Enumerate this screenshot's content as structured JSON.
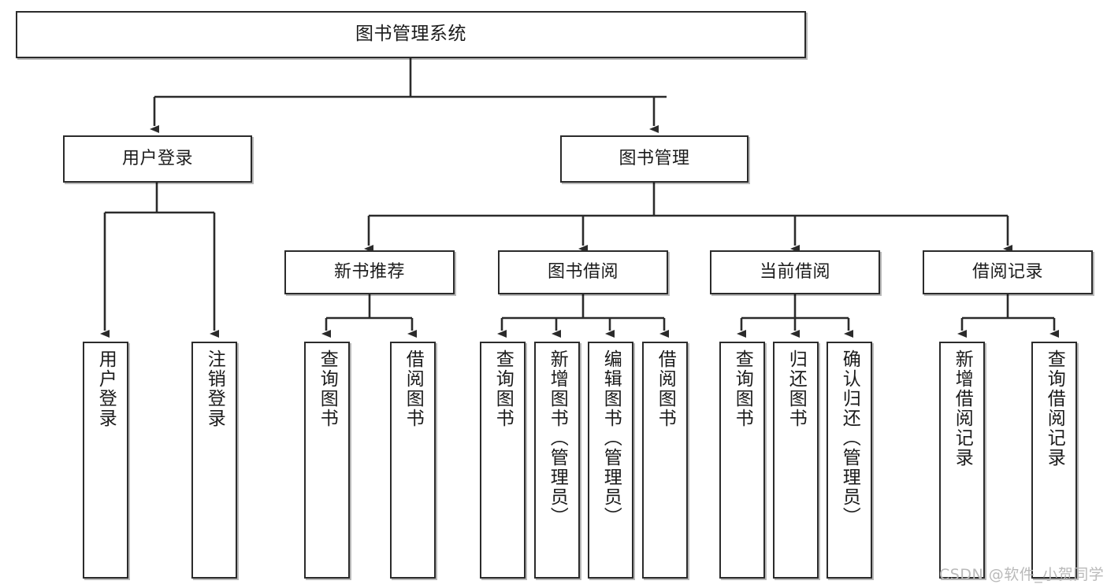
{
  "diagram": {
    "type": "tree-hierarchy-chart",
    "title": "图书管理系统",
    "root": {
      "label": "图书管理系统"
    },
    "level1": [
      {
        "id": "user-login",
        "label": "用户登录"
      },
      {
        "id": "book-management",
        "label": "图书管理"
      }
    ],
    "level2": [
      {
        "id": "new-book-recommend",
        "label": "新书推荐",
        "parent": "book-management"
      },
      {
        "id": "book-borrow",
        "label": "图书借阅",
        "parent": "book-management"
      },
      {
        "id": "current-borrow",
        "label": "当前借阅",
        "parent": "book-management"
      },
      {
        "id": "borrow-record",
        "label": "借阅记录",
        "parent": "book-management"
      }
    ],
    "leaves": [
      {
        "id": "leaf-user-login",
        "label": "用户登录",
        "parent": "user-login"
      },
      {
        "id": "leaf-logout-login",
        "label": "注销登录",
        "parent": "user-login"
      },
      {
        "id": "leaf-query-book-1",
        "label": "查询图书",
        "parent": "new-book-recommend"
      },
      {
        "id": "leaf-borrow-book-1",
        "label": "借阅图书",
        "parent": "new-book-recommend"
      },
      {
        "id": "leaf-query-book-2",
        "label": "查询图书",
        "parent": "book-borrow"
      },
      {
        "id": "leaf-add-book",
        "label": "新增图书（管理员）",
        "parent": "book-borrow"
      },
      {
        "id": "leaf-edit-book",
        "label": "编辑图书（管理员）",
        "parent": "book-borrow"
      },
      {
        "id": "leaf-borrow-book-2",
        "label": "借阅图书",
        "parent": "book-borrow"
      },
      {
        "id": "leaf-query-book-3",
        "label": "查询图书",
        "parent": "current-borrow"
      },
      {
        "id": "leaf-return-book",
        "label": "归还图书",
        "parent": "current-borrow"
      },
      {
        "id": "leaf-confirm-return",
        "label": "确认归还（管理员）",
        "parent": "current-borrow"
      },
      {
        "id": "leaf-add-record",
        "label": "新增借阅记录",
        "parent": "borrow-record"
      },
      {
        "id": "leaf-query-record",
        "label": "查询借阅记录",
        "parent": "borrow-record"
      }
    ],
    "colors": {
      "stroke": "#2b2b2b",
      "fill": "#ffffff",
      "text": "#1b1b1b",
      "watermark": "#b9b9b9"
    }
  },
  "watermark": {
    "text": "CSDN @软件_小贺同学"
  }
}
